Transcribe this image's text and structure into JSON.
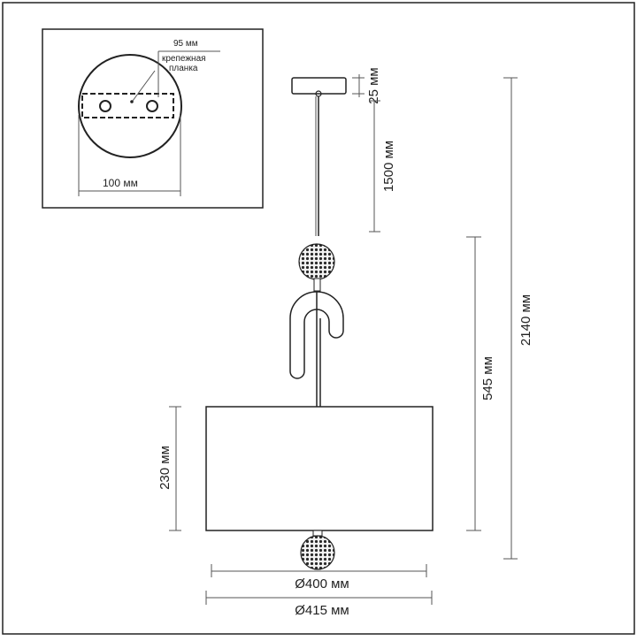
{
  "mount_inset": {
    "bracket_label_line1": "крепежная",
    "bracket_label_line2": "планка",
    "hole_spacing_label": "95 мм",
    "canopy_diameter_label": "100 мм"
  },
  "dimensions": {
    "canopy_height": "25 мм",
    "cable_length": "1500 мм",
    "total_height": "2140 мм",
    "body_height": "545 мм",
    "shade_height": "230 мм",
    "shade_inner_diameter": "Ø400 мм",
    "shade_outer_diameter": "Ø415 мм"
  },
  "colors": {
    "line": "#222222",
    "dim_line": "#555555",
    "shade_fill": "#ffffff"
  }
}
